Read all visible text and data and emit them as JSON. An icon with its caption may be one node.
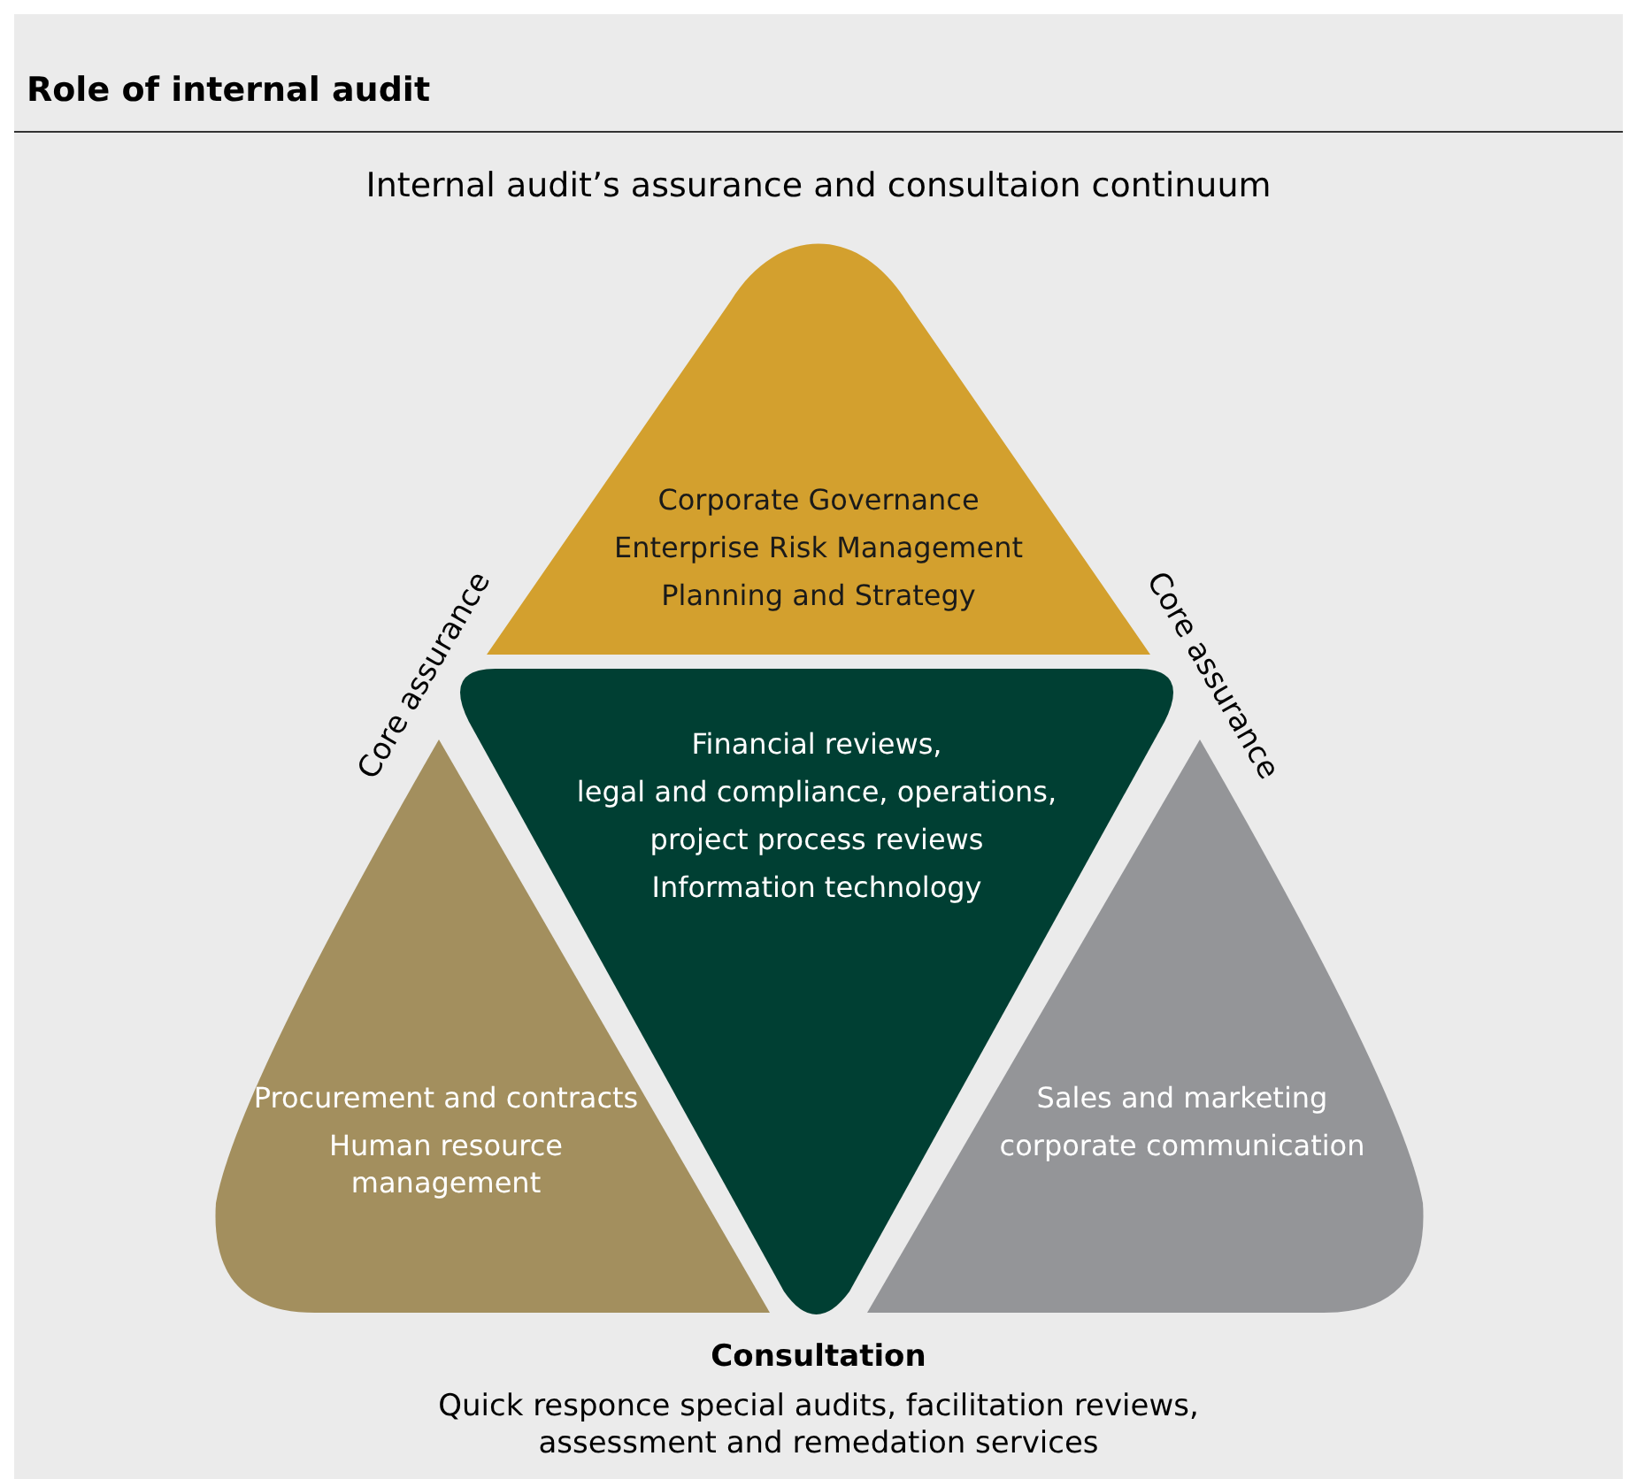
{
  "diagram": {
    "title": "Role of internal audit",
    "nodes": [
      {
        "text": [
          "Corporate Governance",
          "Enterprise Risk Management",
          "Planning and Strategy"
        ]
      },
      {
        "text": [
          "Financial reviews,",
          "legal and compliance, operations,",
          "project process reviews",
          "Information technology"
        ]
      },
      {
        "text": [
          "Procurement and contracts",
          "Human resource management"
        ]
      },
      {
        "text": [
          "Sales and marketing",
          "corporate communication"
        ]
      }
    ],
    "edges": [],
    "labels": [
      "Internal audit’s assurance and consultaion continuum",
      "Core assurance",
      "Core assurance",
      "Consultation",
      "Quick responce special audits, facilitation reviews, assessment and remedation services"
    ]
  }
}
